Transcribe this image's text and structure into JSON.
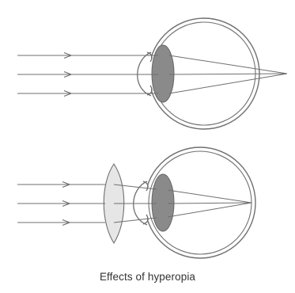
{
  "caption": "Effects of hyperopia",
  "colors": {
    "background": "#ffffff",
    "outline": "#6f6f6f",
    "ray": "#6f6f6f",
    "eye_lens_fill": "#8a8a8a",
    "corrective_lens_fill": "#e6e6e6"
  },
  "panels": [
    {
      "label": "uncorrected-eye",
      "corrective_lens": false,
      "focus": "behind retina"
    },
    {
      "label": "corrected-eye",
      "corrective_lens": "convex",
      "focus": "on retina"
    }
  ]
}
